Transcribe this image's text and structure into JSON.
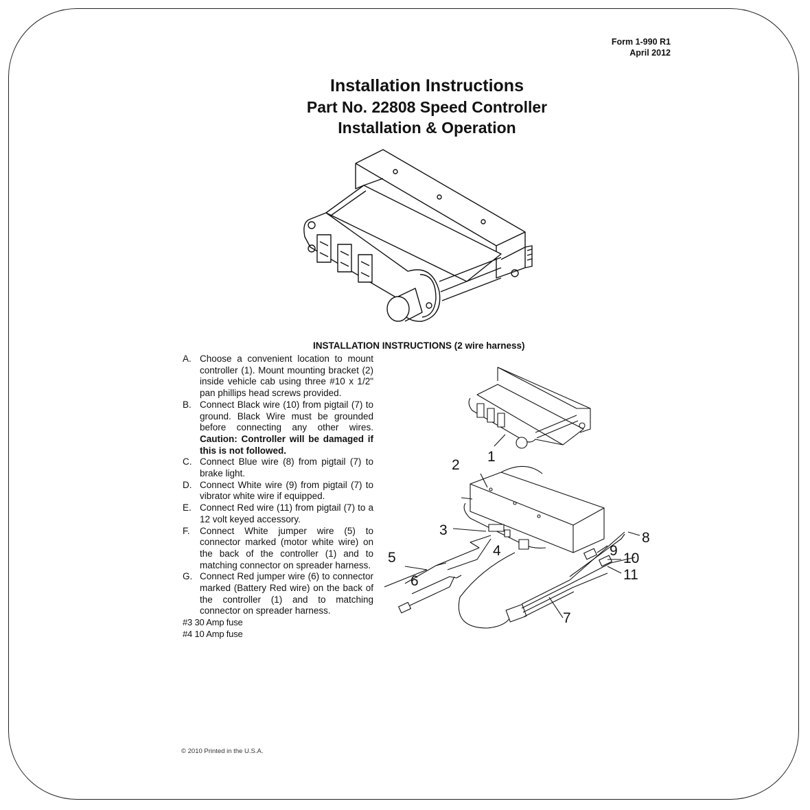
{
  "header": {
    "form_number": "Form 1-990 R1",
    "form_date": "April 2012"
  },
  "title": {
    "line1": "Installation Instructions",
    "line2": "Part No. 22808 Speed Controller",
    "line3": "Installation & Operation"
  },
  "section": {
    "heading": "INSTALLATION INSTRUCTIONS (2 wire harness)"
  },
  "steps": [
    {
      "letter": "A.",
      "text": "Choose a convenient location to mount controller (1). Mount mounting bracket (2) inside vehicle cab using three #10 x 1/2\" pan phillips head screws provided.",
      "caution": ""
    },
    {
      "letter": "B.",
      "text": "Connect Black wire (10) from pigtail (7) to ground. Black Wire must be grounded before connecting any other wires.",
      "caution": "Caution: Controller will be damaged if this is not followed."
    },
    {
      "letter": "C.",
      "text": "Connect Blue wire (8) from pigtail (7) to brake light.",
      "caution": ""
    },
    {
      "letter": "D.",
      "text": "Connect White wire (9) from pigtail (7) to vibrator white wire if equipped.",
      "caution": ""
    },
    {
      "letter": "E.",
      "text": "Connect Red wire (11) from pigtail (7) to a 12 volt keyed accessory.",
      "caution": ""
    },
    {
      "letter": "F.",
      "text": "Connect White jumper wire (5) to connector marked (motor white wire) on the back of the controller (1) and to matching connector on spreader harness.",
      "caution": ""
    },
    {
      "letter": "G.",
      "text": "Connect Red jumper wire (6) to connector marked (Battery Red wire) on the back of the controller (1) and to matching connector on spreader harness.",
      "caution": ""
    }
  ],
  "fuses": [
    {
      "text": "#3 30 Amp fuse"
    },
    {
      "text": "#4 10 Amp fuse"
    }
  ],
  "diagram": {
    "callouts": [
      "1",
      "2",
      "3",
      "4",
      "5",
      "6",
      "7",
      "8",
      "9",
      "10",
      "11"
    ]
  },
  "footer": {
    "copyright": "© 2010 Printed in the U.S.A."
  }
}
